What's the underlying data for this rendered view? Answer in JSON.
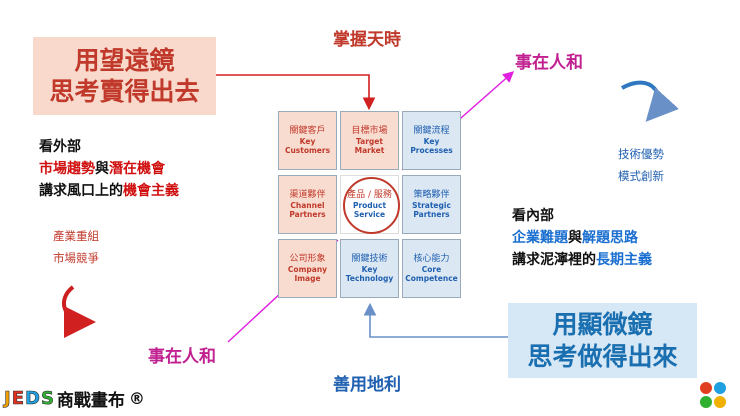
{
  "callouts": {
    "telescope": [
      "用望遠鏡",
      "思考賣得出去"
    ],
    "microscope": [
      "用顯微鏡",
      "思考做得出來"
    ]
  },
  "labels": {
    "top": "掌握天時",
    "top_right": "事在人和",
    "bottom_left": "事在人和",
    "bottom": "善用地利"
  },
  "left_block": {
    "title": "看外部",
    "line2": {
      "a": "市場趨勢",
      "b": "與",
      "c": "潛在機會"
    },
    "line3": {
      "a": "講求風口上的",
      "b": "機會主義"
    }
  },
  "right_block": {
    "title": "看內部",
    "line2": {
      "a": "企業難題",
      "b": "與",
      "c": "解題思路"
    },
    "line3": {
      "a": "講求泥濘裡的",
      "b": "長期主義"
    }
  },
  "left_small": [
    "產業重組",
    "市場競爭"
  ],
  "right_small": [
    "技術優勢",
    "模式創新"
  ],
  "grid": [
    {
      "zh": "關鍵客戶",
      "en": "Key Customers",
      "tone": "red"
    },
    {
      "zh": "目標市場",
      "en": "Target Market",
      "tone": "red"
    },
    {
      "zh": "關鍵流程",
      "en": "Key Processes",
      "tone": "blue"
    },
    {
      "zh": "渠道夥伴",
      "en": "Channel Partners",
      "tone": "red"
    },
    {
      "zh": "產品 / 服務",
      "en": "Product Service",
      "tone": "center"
    },
    {
      "zh": "策略夥伴",
      "en": "Strategic Partners",
      "tone": "blue"
    },
    {
      "zh": "公司形象",
      "en": "Company Image",
      "tone": "red"
    },
    {
      "zh": "關鍵技術",
      "en": "Key Technology",
      "tone": "blue"
    },
    {
      "zh": "核心能力",
      "en": "Core Competence",
      "tone": "blue"
    }
  ],
  "brand": {
    "logo": "JEDS",
    "text": "商戰畫布",
    "mark": "®"
  },
  "colors": {
    "red": "#c0392b",
    "blue": "#1a6fb0",
    "magenta": "#e020e0",
    "red_fill": "#f8d9cc",
    "blue_fill": "#d6e7f5"
  }
}
